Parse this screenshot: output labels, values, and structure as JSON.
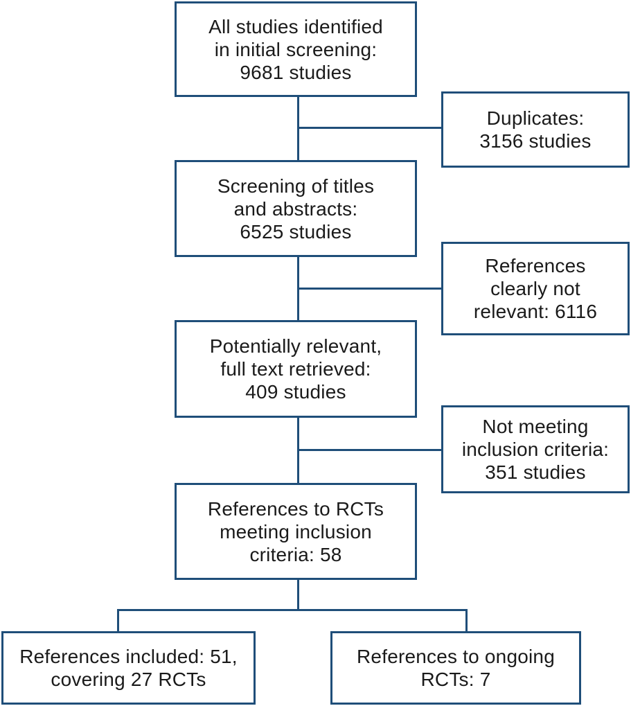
{
  "flowchart": {
    "boxes": {
      "initial": {
        "lines": [
          "All studies identified",
          "in initial screening:",
          "9681 studies"
        ]
      },
      "duplicates": {
        "lines": [
          "Duplicates:",
          "3156 studies"
        ]
      },
      "screening": {
        "lines": [
          "Screening of titles",
          "and abstracts:",
          "6525 studies"
        ]
      },
      "not_relevant": {
        "lines": [
          "References",
          "clearly not",
          "relevant: 6116"
        ]
      },
      "full_text": {
        "lines": [
          "Potentially relevant,",
          "full text retrieved:",
          "409 studies"
        ]
      },
      "not_meeting": {
        "lines": [
          "Not meeting",
          "inclusion criteria:",
          "351 studies"
        ]
      },
      "rct_refs": {
        "lines": [
          "References to RCTs",
          "meeting inclusion",
          "criteria: 58"
        ]
      },
      "included": {
        "lines": [
          "References included: 51,",
          "covering 27 RCTs"
        ]
      },
      "ongoing": {
        "lines": [
          "References to ongoing",
          "RCTs: 7"
        ]
      }
    },
    "colors": {
      "border": "#1f4e79",
      "text": "#1a1a1a",
      "background": "#ffffff"
    }
  }
}
